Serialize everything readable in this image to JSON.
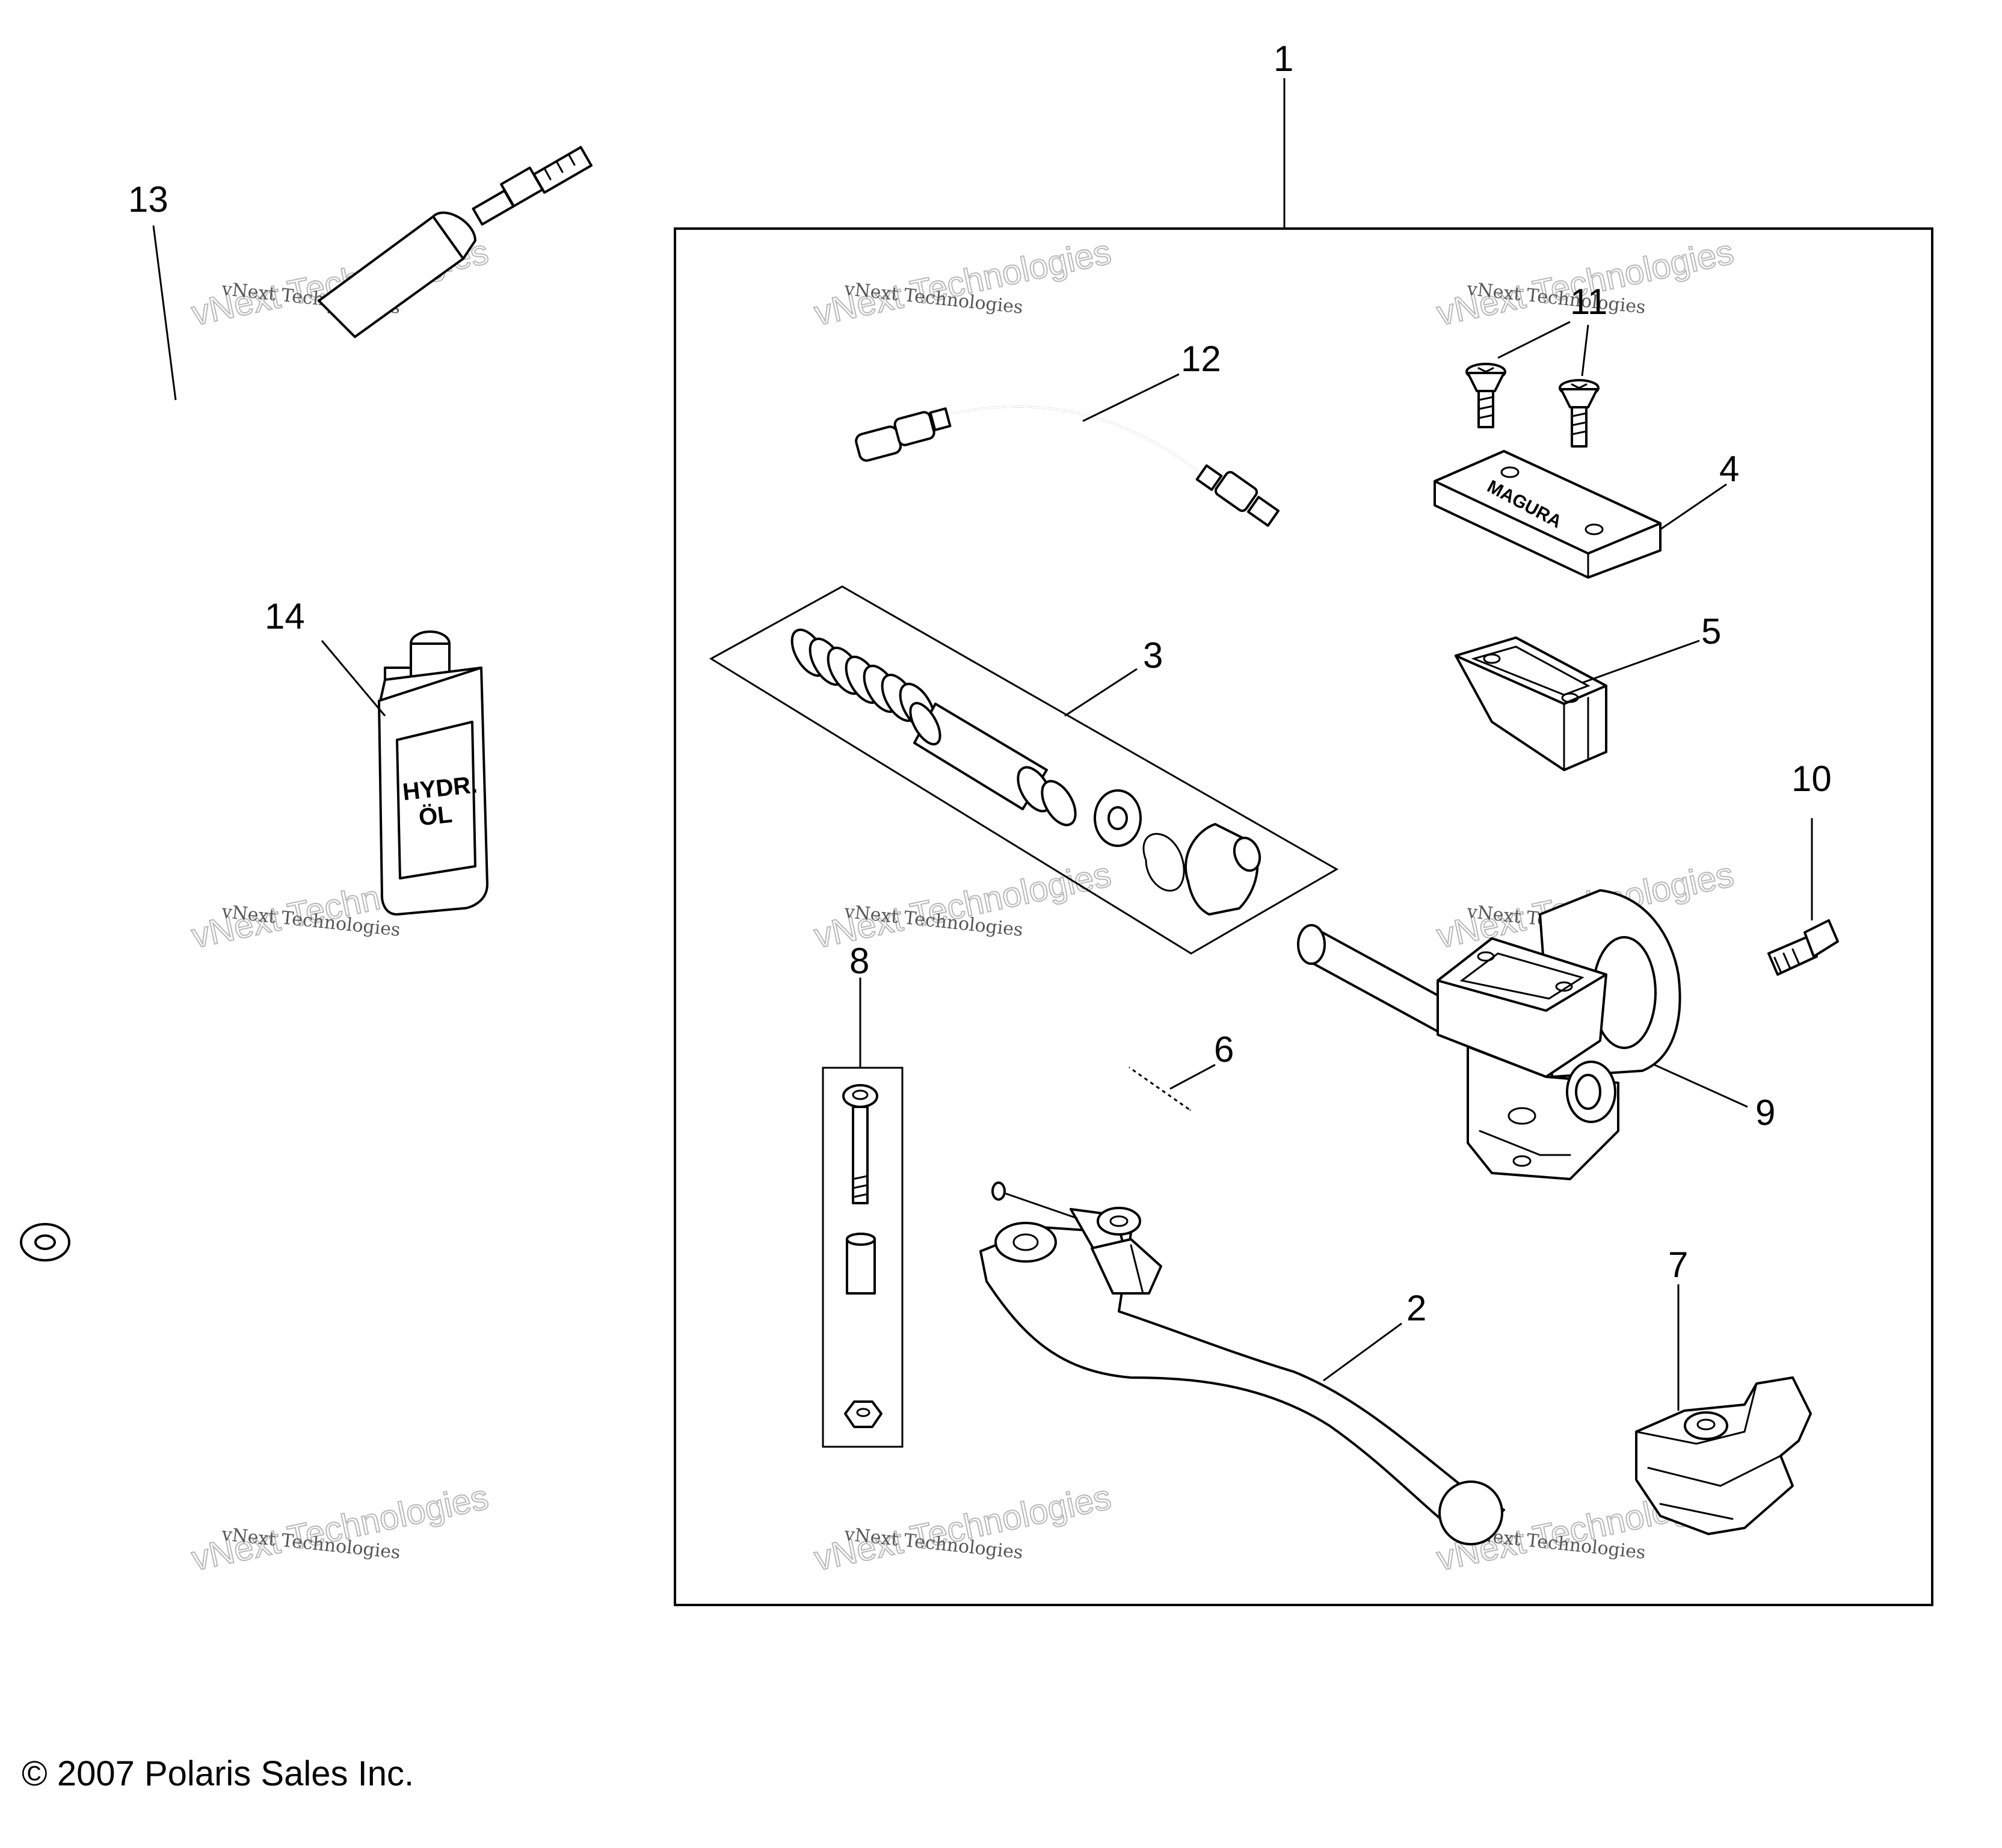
{
  "callouts": {
    "c1": "1",
    "c2": "2",
    "c3": "3",
    "c4": "4",
    "c5": "5",
    "c6": "6",
    "c7": "7",
    "c8": "8",
    "c9": "9",
    "c10": "10",
    "c11": "11",
    "c12": "12",
    "c13": "13",
    "c14": "14"
  },
  "bottle": {
    "line1": "HYDR.",
    "line2": "ÖL"
  },
  "cover": {
    "brand": "MAGURA"
  },
  "watermark": {
    "line1": "vNext Technologies",
    "line2": "vNext Technologies"
  },
  "footer": {
    "copyright": "© 2007 Polaris Sales Inc."
  }
}
